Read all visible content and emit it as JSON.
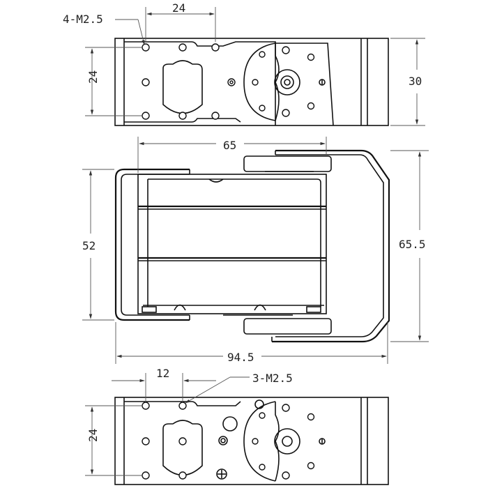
{
  "views": {
    "top": {
      "label_holes": "4-M2.5",
      "dim_width": "24",
      "dim_left_height": "24",
      "dim_right_height": "30"
    },
    "front": {
      "dim_top_width": "65",
      "dim_left_height": "52",
      "dim_right_height": "65.5",
      "dim_bottom_width": "94.5"
    },
    "bottom": {
      "dim_width": "12",
      "label_holes": "3-M2.5",
      "dim_left_height": "24"
    }
  }
}
